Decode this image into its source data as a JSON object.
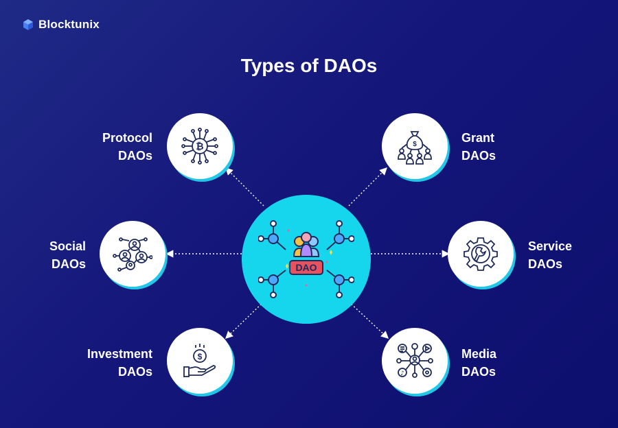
{
  "brand": {
    "name": "Blocktunix"
  },
  "title": "Types of DAOs",
  "center": {
    "label": "DAO"
  },
  "nodes": [
    {
      "id": "protocol",
      "line1": "Protocol",
      "line2": "DAOs",
      "icon": "bitcoin-circuit-icon"
    },
    {
      "id": "grant",
      "line1": "Grant",
      "line2": "DAOs",
      "icon": "money-bag-people-icon"
    },
    {
      "id": "social",
      "line1": "Social",
      "line2": "DAOs",
      "icon": "social-network-icon"
    },
    {
      "id": "service",
      "line1": "Service",
      "line2": "DAOs",
      "icon": "gear-wrench-icon"
    },
    {
      "id": "investment",
      "line1": "Investment",
      "line2": "DAOs",
      "icon": "coin-hand-icon"
    },
    {
      "id": "media",
      "line1": "Media",
      "line2": "DAOs",
      "icon": "media-network-icon"
    }
  ],
  "colors": {
    "accent": "#16d6ee",
    "background": "#15167a",
    "label_bg": "#e8525f"
  }
}
